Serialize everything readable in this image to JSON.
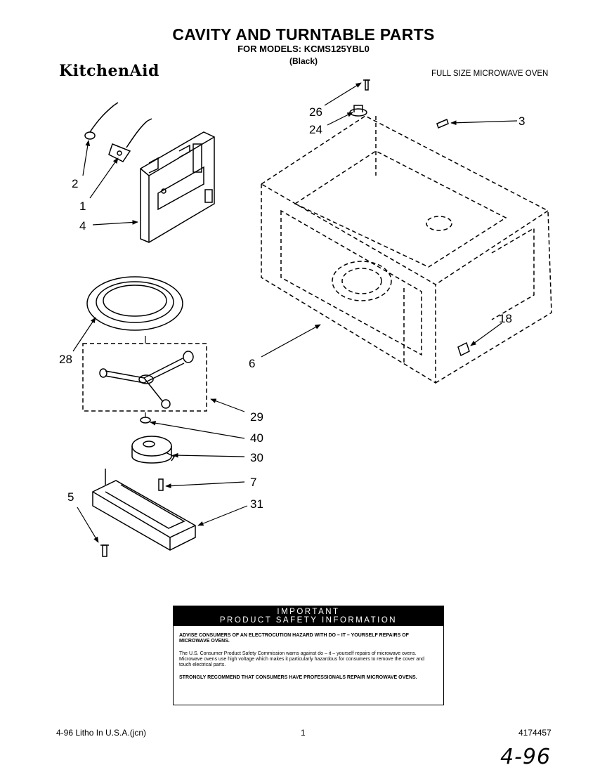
{
  "header": {
    "title": "CAVITY AND TURNTABLE PARTS",
    "subtitle": "FOR MODELS: KCMS125YBL0",
    "color_note": "(Black)",
    "brand": "KitchenAid",
    "oven_type": "FULL SIZE MICROWAVE OVEN"
  },
  "callouts": {
    "c1": "1",
    "c2": "2",
    "c3": "3",
    "c4": "4",
    "c5": "5",
    "c6": "6",
    "c7": "7",
    "c18": "18",
    "c24": "24",
    "c26": "26",
    "c28": "28",
    "c29": "29",
    "c30": "30",
    "c31": "31",
    "c40": "40"
  },
  "notice": {
    "heading_line1": "IMPORTANT",
    "heading_line2": "PRODUCT SAFETY INFORMATION",
    "paragraph1": "ADVISE CONSUMERS OF AN ELECTROCUTION HAZARD WITH DO – IT – YOURSELF REPAIRS OF MICROWAVE OVENS.",
    "paragraph2": "The U.S. Consumer Product Safety Commission warns against do – it – yourself repairs of microwave ovens. Microwave ovens use high voltage which makes it particularly hazardous for consumers to remove the cover and touch electrical parts.",
    "paragraph3": "STRONGLY RECOMMEND THAT CONSUMERS HAVE PROFESSIONALS REPAIR MICROWAVE OVENS."
  },
  "footer": {
    "left": "4-96 Litho In U.S.A.(jcn)",
    "page": "1",
    "part_number": "4174457",
    "handwritten": "4-96"
  }
}
